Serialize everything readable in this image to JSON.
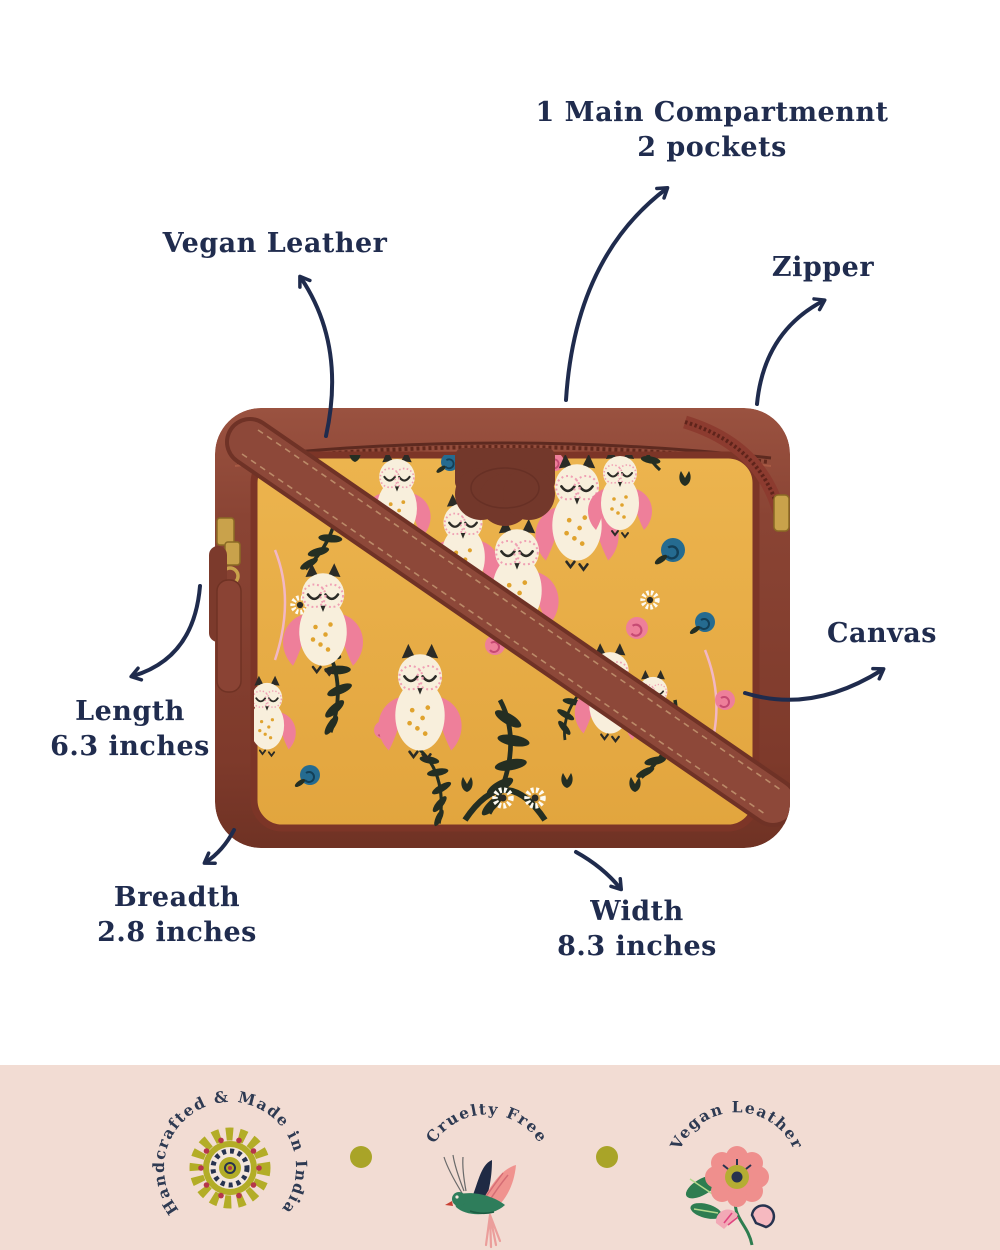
{
  "page": {
    "background": "#ffffff"
  },
  "colors": {
    "text_navy": "#202c4e",
    "arrow_navy": "#1f2b4d",
    "leather_brown": "#8a4434",
    "canvas_mustard": "#e8ad44",
    "banner_pink": "#f2dcd3",
    "separator_olive": "#a9a428",
    "icon_pink": "#ef8f8d",
    "icon_green": "#2e7d5b",
    "icon_chartreuse": "#b3ad27"
  },
  "annotations": {
    "main_compartment": {
      "line1": "1 Main Compartmennt",
      "line2": "2 pockets"
    },
    "vegan_leather": {
      "line1": "Vegan Leather"
    },
    "zipper": {
      "line1": "Zipper"
    },
    "canvas": {
      "line1": "Canvas"
    },
    "length": {
      "line1": "Length",
      "line2": "6.3 inches"
    },
    "breadth": {
      "line1": "Breadth",
      "line2": "2.8 inches"
    },
    "width": {
      "line1": "Width",
      "line2": "8.3 inches"
    }
  },
  "banner": {
    "features": [
      {
        "label": "Handcrafted & Made in India",
        "icon": "mandala-icon"
      },
      {
        "label": "Cruelty Free",
        "icon": "bird-icon"
      },
      {
        "label": "Vegan Leather",
        "icon": "flower-icon"
      }
    ]
  }
}
